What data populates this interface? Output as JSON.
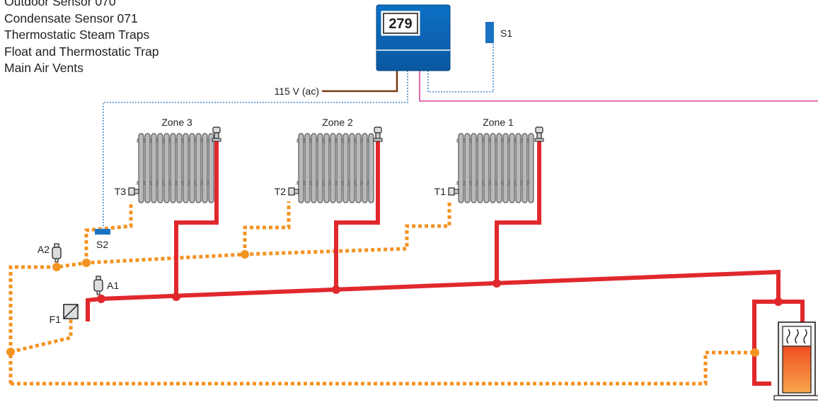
{
  "legend": {
    "items": [
      "Outdoor Sensor 070",
      "Condensate Sensor 071",
      "Thermostatic Steam Traps",
      "Float and Thermostatic Trap",
      "Main Air Vents"
    ]
  },
  "control": {
    "number": "279"
  },
  "labels": {
    "power": "115 V (ac)",
    "s1": "S1",
    "s2": "S2",
    "zone3": "Zone 3",
    "zone2": "Zone 2",
    "zone1": "Zone 1",
    "t3": "T3",
    "t2": "T2",
    "t1": "T1",
    "a2": "A2",
    "a1": "A1",
    "f1": "F1"
  },
  "colors": {
    "steam": "#e0282d",
    "condensate": "#f39322",
    "control_body": "#0a64b0",
    "sensor": "#1a73c2",
    "power_wire": "#7a3b12",
    "signal_wire": "#d6439b",
    "radiator": "#b8b9bb",
    "boiler_fire": "#f04e23"
  }
}
